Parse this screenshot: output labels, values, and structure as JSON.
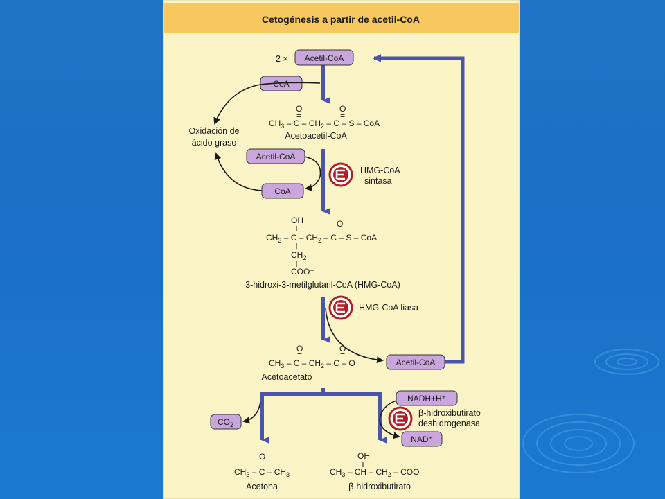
{
  "title": "Cetogénesis a partir de acetil-CoA",
  "colors": {
    "slide_background": "#1f74c7",
    "figure_background": "#fbf4c6",
    "title_band": "#f6c85f",
    "arrow_blue": "#4b55ad",
    "box_fill": "#c9a7dc",
    "enzyme_red": "#b01e23"
  },
  "labels": {
    "acetyl_coa_multiplier": "2 ×",
    "acetyl_coa_top": "Acetil-CoA",
    "coa_top": "CoA",
    "fatty_acid_oxidation_line1": "Oxidación de",
    "fatty_acid_oxidation_line2": "ácido graso",
    "acetoacetyl_coa_name": "Acetoacetil-CoA",
    "acetyl_coa_mid": "Acetil-CoA",
    "coa_mid": "CoA",
    "hmg_synthase_line1": "HMG-CoA",
    "hmg_synthase_line2": "sintasa",
    "hmg_coa_name": "3-hidroxi-3-metilglutaril-CoA (HMG-CoA)",
    "hmg_lyase": "HMG-CoA liasa",
    "acetoacetate_name": "Acetoacetato",
    "acetyl_coa_return": "Acetil-CoA",
    "nadh": "NADH+H⁺",
    "bhb_dh_line1": "β-hidroxibutirato",
    "bhb_dh_line2": "deshidrogenasa",
    "nad": "NAD⁺",
    "co2": "CO",
    "co2_sub": "2",
    "acetone_name": "Acetona",
    "bhb_name": "β-hidroxibutirato"
  },
  "structures": {
    "acetoacetyl_coa": {
      "o1": "O",
      "o2": "O",
      "eq1": "=",
      "eq2": "=",
      "chain_a": "CH",
      "chain_a_sub": "3",
      "chain_b": " – C – CH",
      "chain_b_sub": "2",
      "chain_c": " – C – S – CoA"
    },
    "hmg_coa": {
      "oh": "OH",
      "o": "O",
      "eq": "=",
      "chain_a": "CH",
      "chain_a_sub": "3",
      "chain_b": " – C – CH",
      "chain_b_sub": "2",
      "chain_c": " – C – S – CoA",
      "ch2": "CH",
      "ch2_sub": "2",
      "coo": "COO⁻"
    },
    "acetoacetate": {
      "o1": "O",
      "o2": "O",
      "eq1": "=",
      "eq2": "=",
      "chain_a": "CH",
      "chain_a_sub": "3",
      "chain_b": " – C – CH",
      "chain_b_sub": "2",
      "chain_c": " – C – O⁻"
    },
    "acetone": {
      "o": "O",
      "eq": "=",
      "chain_a": "CH",
      "chain_a_sub": "3",
      "chain_b": " – C – CH",
      "chain_b_sub": "3"
    },
    "bhb": {
      "oh": "OH",
      "chain_a": "CH",
      "chain_a_sub": "3",
      "chain_b": " – CH – CH",
      "chain_b_sub": "2",
      "chain_c": " – COO⁻"
    }
  }
}
